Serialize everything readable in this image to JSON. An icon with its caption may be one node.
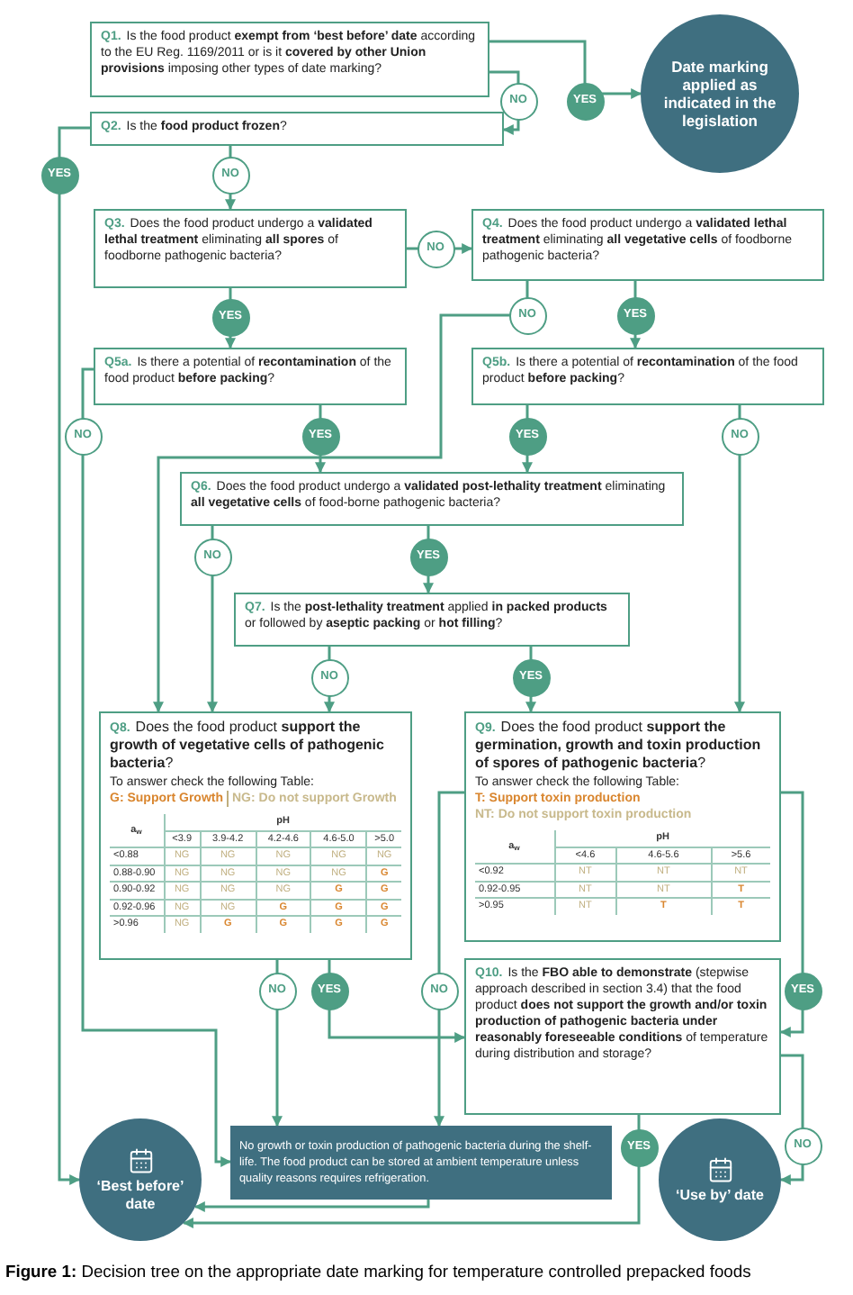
{
  "diagram": {
    "caption": "**Figure 1:** Decision tree on the appropriate date marking for temperature controlled prepacked foods",
    "nodes": [
      {
        "text": [
          "Q1.",
          "Is the food product **exempt from ‘best before’ date** according to the EU Reg. 1169/2011 or is it **covered by other Union provisions** imposing other types of date marking?"
        ]
      },
      {
        "text": [
          "Date marking applied as indicated in the legislation"
        ]
      },
      {
        "text": [
          "Q2.",
          "Is the **food product frozen**?"
        ]
      },
      {
        "text": [
          "Q3.",
          "Does the food product undergo a **validated lethal treatment** eliminating **all spores** of foodborne pathogenic bacteria?"
        ]
      },
      {
        "text": [
          "Q4.",
          "Does the food product undergo a **validated lethal treatment** eliminating **all vegetative cells** of foodborne pathogenic bacteria?"
        ]
      },
      {
        "text": [
          "Q5a.",
          "Is there a potential of **recontamination** of the food product **before packing**?"
        ]
      },
      {
        "text": [
          "Q5b.",
          "Is there a potential of **recontamination** of the food product **before packing**?"
        ]
      },
      {
        "text": [
          "Q6.",
          "Does the food product undergo a **validated post-lethality treatment** eliminating **all vegetative cells** of food-borne pathogenic bacteria?"
        ]
      },
      {
        "text": [
          "Q7.",
          "Is the **post-lethality treatment** applied **in packed products** or followed by **aseptic packing** or **hot filling**?"
        ]
      },
      {
        "text": [
          "Q8.",
          "Does the food product **support the growth of vegetative cells of pathogenic bacteria**?",
          "To answer check the following Table:",
          "G: Support Growth",
          "NG: Do not support Growth"
        ]
      },
      {
        "text": [
          "Q9.",
          "Does the food product **support the germination, growth and toxin production of spores of pathogenic bacteria**?",
          "To answer check the following Table:",
          "T: Support toxin production",
          "NT: Do not support toxin production"
        ]
      },
      {
        "text": [
          "Q10.",
          "Is the **FBO able to demonstrate** (stepwise approach described in section 3.4) that the food product **does not support the growth and/or toxin production of pathogenic bacteria under reasonably foreseeable conditions** of temperature during distribution and storage?"
        ]
      },
      {
        "text": [
          "No growth or toxin production of pathogenic bacteria during the shelf-life. The food product can be stored at ambient temperature unless quality reasons requires refrigeration."
        ]
      },
      {
        "text": [
          "‘Best before’ date"
        ]
      },
      {
        "text": [
          "‘Use by’ date"
        ]
      }
    ],
    "edges": [
      {
        "from": 0,
        "to": 1,
        "arrow": "to",
        "label": "YES"
      },
      {
        "from": 0,
        "to": 2,
        "arrow": "to",
        "label": "NO"
      },
      {
        "from": 2,
        "to": 13,
        "arrow": "to",
        "label": "YES"
      },
      {
        "from": 2,
        "to": 3,
        "arrow": "to",
        "label": "NO"
      },
      {
        "from": 3,
        "to": 4,
        "arrow": "to",
        "label": "NO"
      },
      {
        "from": 3,
        "to": 5,
        "arrow": "to",
        "label": "YES"
      },
      {
        "from": 4,
        "to": 9,
        "arrow": "to",
        "label": "NO"
      },
      {
        "from": 4,
        "to": 6,
        "arrow": "to",
        "label": "YES"
      },
      {
        "from": 5,
        "to": 7,
        "arrow": "to",
        "label": "YES"
      },
      {
        "from": 5,
        "to": 12,
        "arrow": "to",
        "label": "NO"
      },
      {
        "from": 6,
        "to": 7,
        "arrow": "to",
        "label": "YES"
      },
      {
        "from": 6,
        "to": 10,
        "arrow": "to",
        "label": "NO"
      },
      {
        "from": 7,
        "to": 9,
        "arrow": "to",
        "label": "NO"
      },
      {
        "from": 7,
        "to": 8,
        "arrow": "to",
        "label": "YES"
      },
      {
        "from": 8,
        "to": 9,
        "arrow": "to",
        "label": "NO"
      },
      {
        "from": 8,
        "to": 10,
        "arrow": "to",
        "label": "YES"
      },
      {
        "from": 9,
        "to": 12,
        "arrow": "to",
        "label": "NO"
      },
      {
        "from": 9,
        "to": 11,
        "arrow": "to",
        "label": "YES"
      },
      {
        "from": 10,
        "to": 12,
        "arrow": "to",
        "label": "NO"
      },
      {
        "from": 10,
        "to": 11,
        "arrow": "to",
        "label": "YES"
      },
      {
        "from": 11,
        "to": 14,
        "arrow": "to",
        "label": "NO"
      },
      {
        "from": 11,
        "to": 13,
        "arrow": "to",
        "label": "YES"
      },
      {
        "from": 12,
        "to": 13,
        "arrow": "to"
      }
    ],
    "labels": [
      "a$_{w}$",
      "pH",
      "<3.9",
      "3.9-4.2",
      "4.2-4.6",
      "4.6-5.0",
      ">5.0",
      "<0.88",
      "NG",
      "NG",
      "NG",
      "NG",
      "NG",
      "0.88-0.90",
      "NG",
      "NG",
      "NG",
      "NG",
      "G",
      "0.90-0.92",
      "NG",
      "NG",
      "NG",
      "G",
      "G",
      "0.92-0.96",
      "NG",
      "NG",
      "G",
      "G",
      "G",
      ">0.96",
      "NG",
      "G",
      "G",
      "G",
      "G",
      "a$_{w}$",
      "pH",
      "<4.6",
      "4.6-5.6",
      ">5.6",
      "<0.92",
      "NT",
      "NT",
      "NT",
      "0.92-0.95",
      "NT",
      "NT",
      "T",
      ">0.95",
      "NT",
      "T",
      "T"
    ]
  }
}
